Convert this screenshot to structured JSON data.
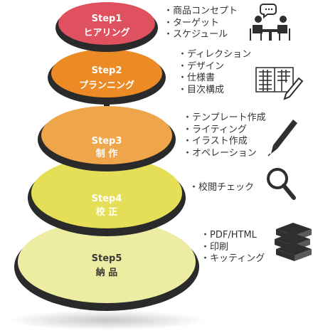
{
  "steps": [
    {
      "step": "Step1",
      "name": "ヒアリング",
      "color": "#e0515f",
      "text_color": "#ffffff",
      "icon": "meeting-icon",
      "items": [
        "商品コンセプト",
        "ターゲット",
        "スケジュール"
      ]
    },
    {
      "step": "Step2",
      "name": "プランニング",
      "color": "#ec8a25",
      "text_color": "#ffffff",
      "icon": "layout-plan-icon",
      "items": [
        "ディレクション",
        "デザイン",
        "仕様書",
        "目次構成"
      ]
    },
    {
      "step": "Step3",
      "name": "制 作",
      "color": "#efa64b",
      "text_color": "#ffffff",
      "icon": "pen-icon",
      "items": [
        "テンプレート作成",
        "ライティング",
        "イラスト作成",
        "オペレーション"
      ]
    },
    {
      "step": "Step4",
      "name": "校 正",
      "color": "#e5de57",
      "text_color": "#ffffff",
      "icon": "magnifier-icon",
      "items": [
        "校閲チェック"
      ]
    },
    {
      "step": "Step5",
      "name": "納 品",
      "color": "#ececa2",
      "text_color": "#3a3a3a",
      "icon": "books-icon",
      "items": [
        "PDF/HTML",
        "印刷",
        "キッティング"
      ]
    }
  ]
}
